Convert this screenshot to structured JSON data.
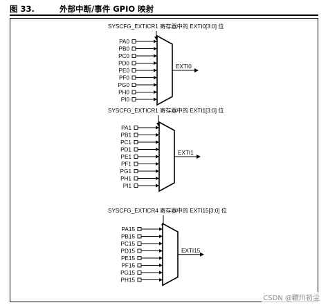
{
  "figure": {
    "number": "图 33.",
    "title": "外部中断/事件 GPIO 映射"
  },
  "muxes": [
    {
      "config_label": "SYSCFG_EXTICR1 寄存器中的 EXTI0[3:0] 位",
      "inputs": [
        "PA0",
        "PB0",
        "PC0",
        "PD0",
        "PE0",
        "PF0",
        "PG0",
        "PH0",
        "PI0"
      ],
      "output": "EXTI0"
    },
    {
      "config_label": "SYSCFG_EXTICR1 寄存器中的 EXTI1[3:0] 位",
      "inputs": [
        "PA1",
        "PB1",
        "PC1",
        "PD1",
        "PE1",
        "PF1",
        "PG1",
        "PH1",
        "PI1"
      ],
      "output": "EXTI1"
    },
    {
      "config_label": "SYSCFG_EXTICR4 寄存器中的 EXTI15[3:0] 位",
      "inputs": [
        "PA15",
        "PB15",
        "PC15",
        "PD15",
        "PE15",
        "PF15",
        "PG15",
        "PH15"
      ],
      "output": "EXTI15"
    }
  ],
  "figure_id": "ai15897",
  "watermark": "CSDN @颖川初尘"
}
